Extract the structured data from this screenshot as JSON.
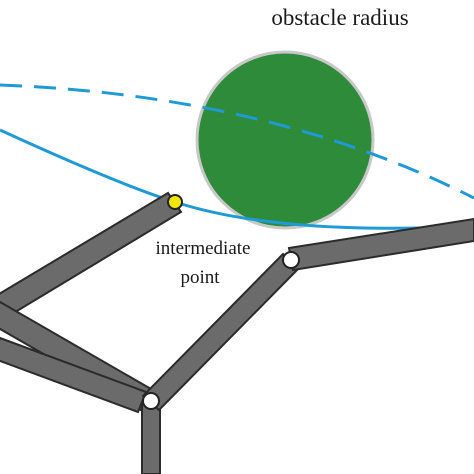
{
  "labels": {
    "obstacle": "obstacle radius",
    "intermediate_line1": "intermediate",
    "intermediate_line2": "point"
  },
  "colors": {
    "background": "#ffffff",
    "obstacle_fill": "#2e8b3a",
    "obstacle_stroke": "#c8c8c8",
    "path": "#1e9ad6",
    "link_fill": "#6b6b6b",
    "link_stroke": "#2b2b2b",
    "joint_fill": "#ffffff",
    "intermediate_point_fill": "#f2e600"
  },
  "elements": {
    "solid_path": "robot trajectory (solid)",
    "dashed_path": "straight-line trajectory (dashed)",
    "obstacle": "circular obstacle",
    "links": "robot arm links",
    "joints": "revolute joints"
  }
}
